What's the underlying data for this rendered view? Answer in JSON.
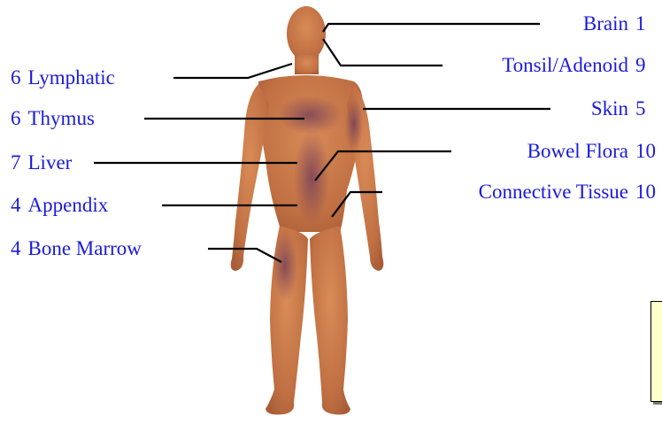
{
  "colors": {
    "label": "#1a1adc",
    "line": "#000000",
    "body": "#c77a4a",
    "body_shade": "#7a3f57",
    "note_box": "#ffffcc"
  },
  "labels_left": [
    {
      "num": "6",
      "name": "Lymphatic"
    },
    {
      "num": "6",
      "name": "Thymus"
    },
    {
      "num": "7",
      "name": "Liver"
    },
    {
      "num": "4",
      "name": "Appendix"
    },
    {
      "num": "4",
      "name": "Bone Marrow"
    }
  ],
  "labels_right": [
    {
      "name": "Brain",
      "num": "1"
    },
    {
      "name": "Tonsil/Adenoid",
      "num": "9"
    },
    {
      "name": "Skin",
      "num": "5"
    },
    {
      "name": "Bowel Flora",
      "num": "10"
    },
    {
      "name": "Connective Tissue",
      "num": "10"
    }
  ]
}
